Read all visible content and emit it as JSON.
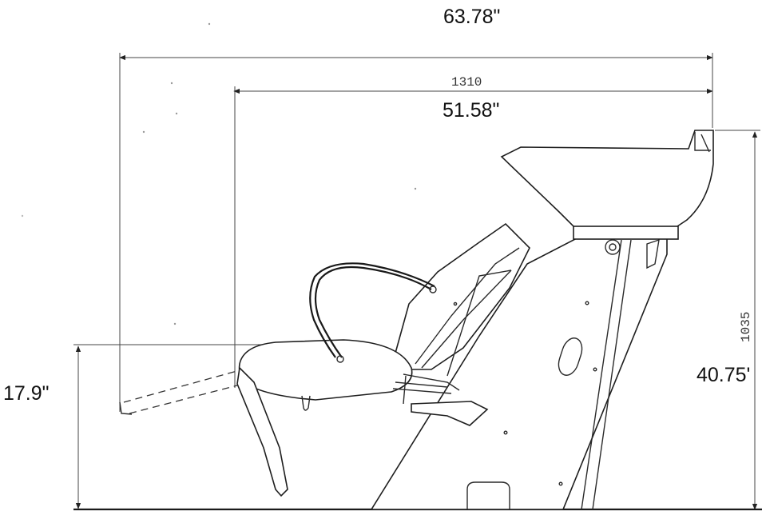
{
  "diagram": {
    "dimensions": {
      "overall_length_in": "63.78\"",
      "length_mm": "1310",
      "length_in": "51.58\"",
      "height_mm": "1035",
      "height_in": "40.75'",
      "seat_height_in": "17.9\""
    }
  }
}
